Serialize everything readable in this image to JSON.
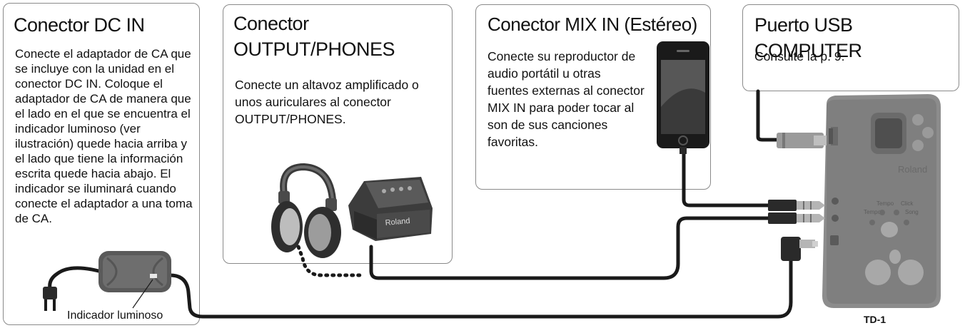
{
  "dcin": {
    "title": "Conector DC IN",
    "body": "Conecte el adaptador de CA que se incluye con la unidad en el conector DC IN. Coloque el adaptador de CA de manera que el lado en el que se encuentra el indicador luminoso (ver ilustración) quede hacia arriba y el lado que tiene la información escrita quede hacia abajo. El indicador se iluminará cuando conecte el adaptador a una toma de CA.",
    "indicator_label": "Indicador luminoso"
  },
  "output": {
    "title": "Conector OUTPUT/PHONES",
    "body": "Conecte un altavoz amplificado o unos auriculares al conector OUTPUT/PHONES."
  },
  "mixin": {
    "title": "Conector MIX IN (Estéreo)",
    "body": "Conecte su reproductor de audio portátil u otras fuentes externas al conector MIX IN para poder tocar al son de sus canciones favoritas."
  },
  "usb": {
    "title": "Puerto USB COMPUTER",
    "body": "Consulte la p. 9."
  },
  "device": {
    "label": "TD-1",
    "brand": "Roland",
    "knob_labels": [
      "Tempo",
      "Click",
      "Tempo",
      "Song"
    ]
  },
  "amp": {
    "brand": "Roland"
  },
  "colors": {
    "cable": "#1a1a1a",
    "device": "#8c8c8c",
    "box_border": "#8a8a8a"
  }
}
